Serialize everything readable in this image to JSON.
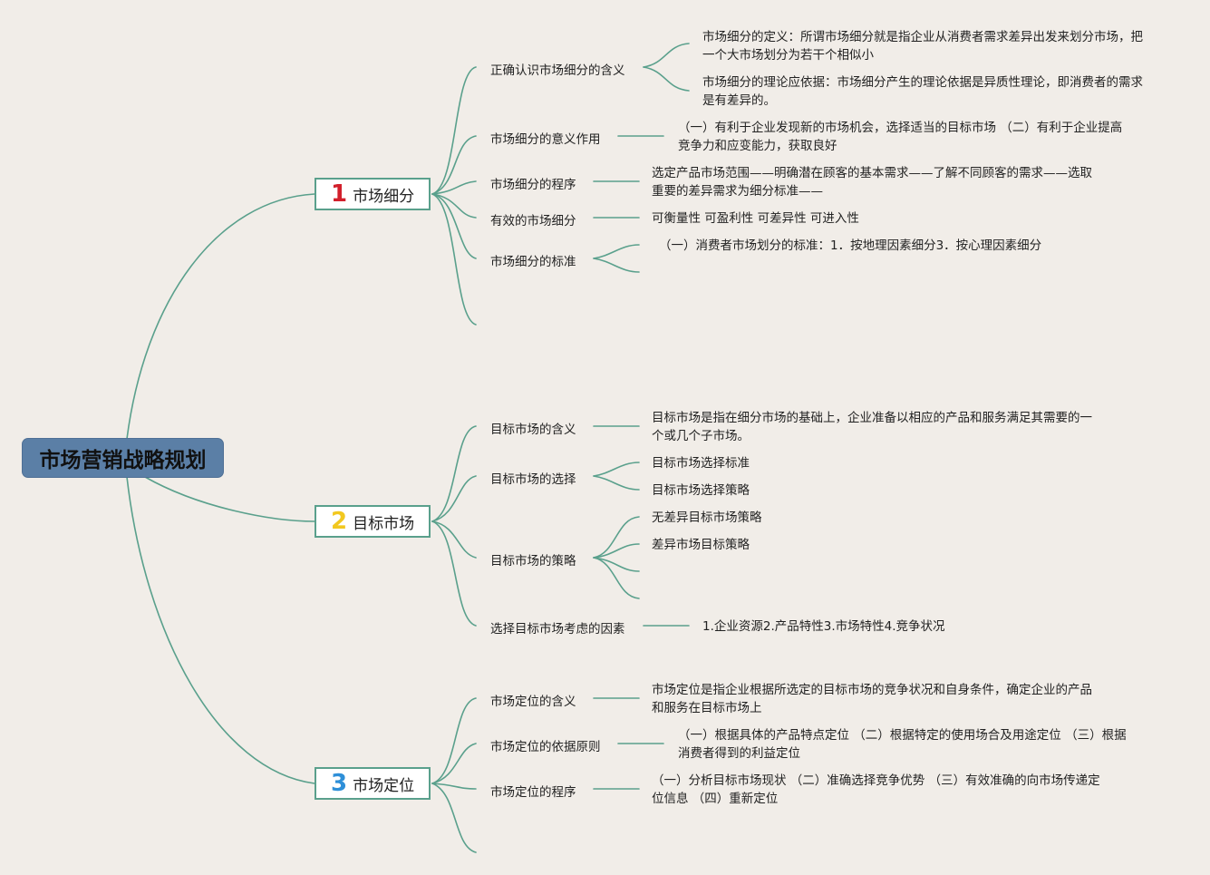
{
  "root": "市场营销战略规划",
  "branches": [
    {
      "num": "1",
      "num_color": "#d21f2b",
      "label": "市场细分",
      "subs": [
        {
          "label": "正确认识市场细分的含义",
          "leaves": [
            "市场细分的定义：所谓市场细分就是指企业从消费者需求差异出发来划分市场，把一个大市场划分为若干个相似小",
            "市场细分的理论应依据：市场细分产生的理论依据是异质性理论，即消费者的需求是有差异的。"
          ]
        },
        {
          "label": "市场细分的意义作用",
          "leaves": [
            "（一）有利于企业发现新的市场机会，选择适当的目标市场 （二）有利于企业提高竞争力和应变能力，获取良好"
          ]
        },
        {
          "label": "市场细分的程序",
          "leaves": [
            "选定产品市场范围——明确潜在顾客的基本需求——了解不同顾客的需求——选取重要的差异需求为细分标准——"
          ]
        },
        {
          "label": "有效的市场细分",
          "leaves": [
            "可衡量性 可盈利性 可差异性 可进入性"
          ]
        },
        {
          "label": "市场细分的标准",
          "leaves": [
            "（一）消费者市场划分的标准：1．按地理因素细分3．按心理因素细分"
          ]
        }
      ]
    },
    {
      "num": "2",
      "num_color": "#f2c81f",
      "label": "目标市场",
      "subs": [
        {
          "label": "目标市场的含义",
          "leaves": [
            "目标市场是指在细分市场的基础上，企业准备以相应的产品和服务满足其需要的一个或几个子市场。"
          ]
        },
        {
          "label": "目标市场的选择",
          "leaves": [
            "目标市场选择标准",
            "目标市场选择策略"
          ]
        },
        {
          "label": "目标市场的策略",
          "leaves": [
            "无差异目标市场策略",
            "差异市场目标策略"
          ]
        },
        {
          "label": "选择目标市场考虑的因素",
          "leaves": [
            "1.企业资源2.产品特性3.市场特性4.竞争状况"
          ]
        }
      ]
    },
    {
      "num": "3",
      "num_color": "#2e8fd8",
      "label": "市场定位",
      "subs": [
        {
          "label": "市场定位的含义",
          "leaves": [
            "市场定位是指企业根据所选定的目标市场的竞争状况和自身条件，确定企业的产品和服务在目标市场上"
          ]
        },
        {
          "label": "市场定位的依据原则",
          "leaves": [
            "（一）根据具体的产品特点定位 （二）根据特定的使用场合及用途定位 （三）根据消费者得到的利益定位"
          ]
        },
        {
          "label": "市场定位的程序",
          "leaves": [
            "（一）分析目标市场现状 （二）准确选择竞争优势 （三）有效准确的向市场传递定位信息 （四）重新定位"
          ]
        }
      ]
    }
  ]
}
